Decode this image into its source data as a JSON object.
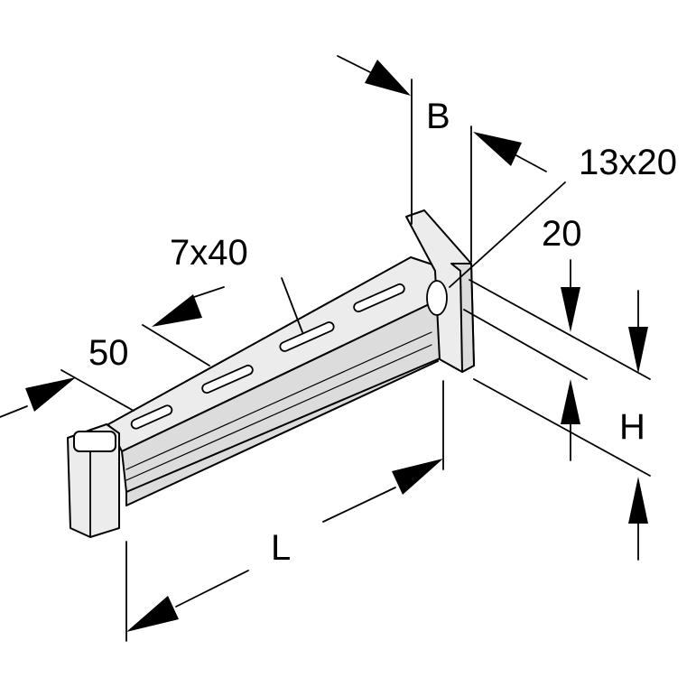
{
  "labels": {
    "width": "B",
    "hole": "13x20",
    "offset": "20",
    "slot": "7x40",
    "end": "50",
    "height": "H",
    "length": "L"
  }
}
